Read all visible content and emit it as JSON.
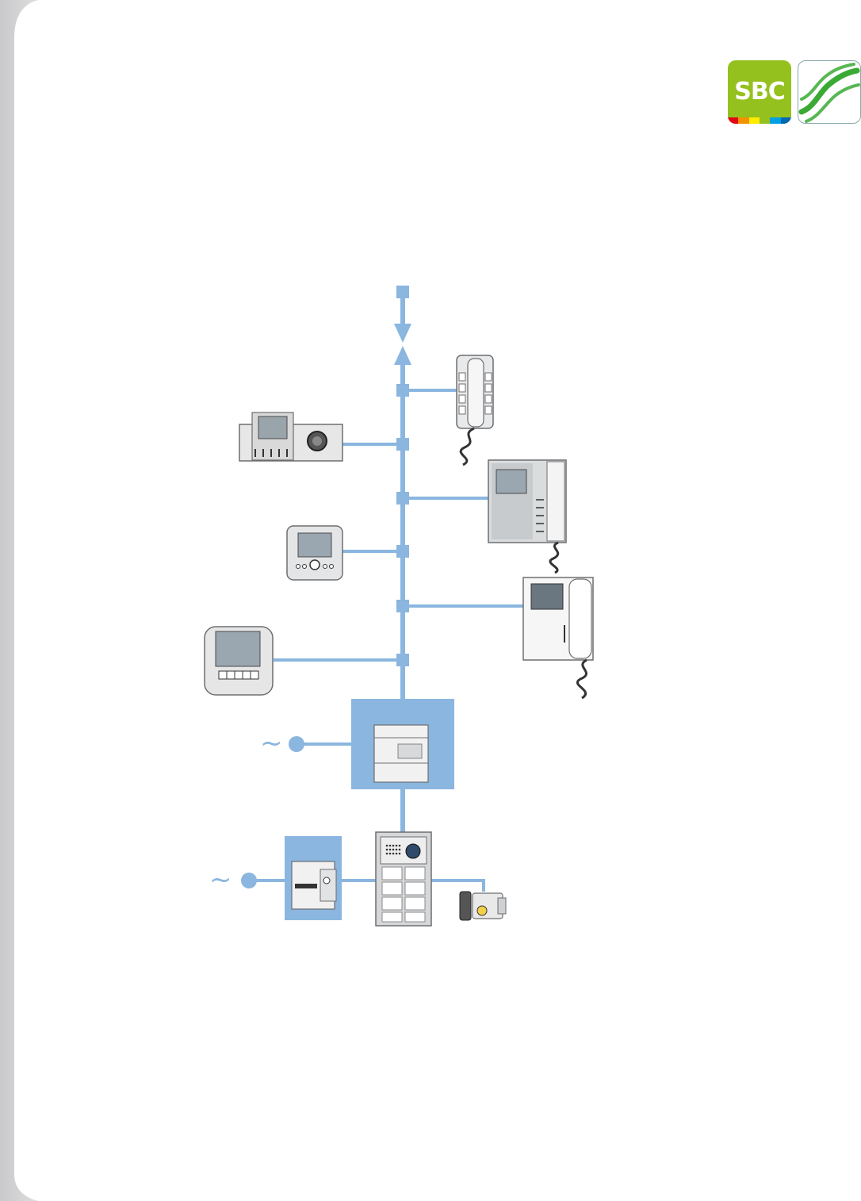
{
  "logo": {
    "sbc_text": "SBC",
    "sbc_color": "#95c11f",
    "stripe_colors": [
      "#e30613",
      "#f39200",
      "#ffed00",
      "#95c11f",
      "#009fe3",
      "#0069b4"
    ],
    "swoosh_color": "#3aaa35"
  },
  "diagram": {
    "bus_color": "#8ab6df",
    "power_symbol": "~",
    "devices": [
      {
        "name": "multi-button-handset",
        "icon": "intercom-handset-icon"
      },
      {
        "name": "video-master-station",
        "icon": "video-console-icon"
      },
      {
        "name": "video-handset-with-buttons",
        "icon": "video-handset-icon"
      },
      {
        "name": "compact-video-monitor",
        "icon": "video-monitor-icon"
      },
      {
        "name": "video-handset-large",
        "icon": "video-handset-icon"
      },
      {
        "name": "touch-screen-monitor",
        "icon": "touch-screen-icon"
      },
      {
        "name": "power-supply-unit",
        "icon": "power-supply-icon"
      },
      {
        "name": "door-power-supply",
        "icon": "din-module-icon"
      },
      {
        "name": "entrance-panel",
        "icon": "door-panel-icon"
      },
      {
        "name": "electric-lock",
        "icon": "door-lock-icon"
      }
    ]
  }
}
